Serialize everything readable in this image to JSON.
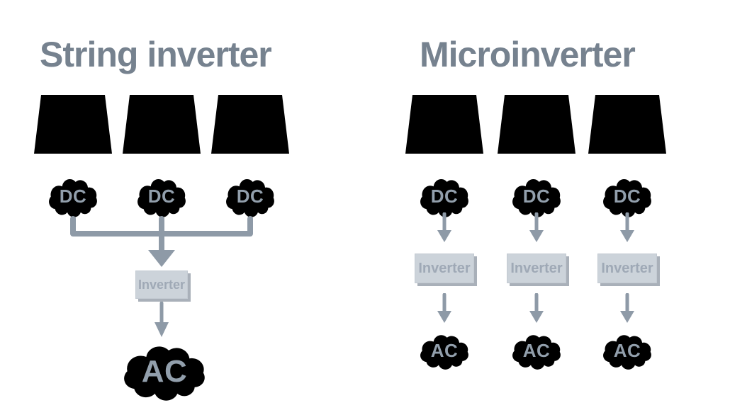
{
  "left_diagram": {
    "title": "String inverter",
    "dc_clouds": [
      "DC",
      "DC",
      "DC"
    ],
    "inverter": "Inverter",
    "ac_cloud": "AC",
    "panel_count": 3
  },
  "right_diagram": {
    "title": "Microinverter",
    "columns": [
      {
        "dc": "DC",
        "inverter": "Inverter",
        "ac": "AC"
      },
      {
        "dc": "DC",
        "inverter": "Inverter",
        "ac": "AC"
      },
      {
        "dc": "DC",
        "inverter": "Inverter",
        "ac": "AC"
      }
    ],
    "panel_count": 3
  },
  "colors": {
    "line": "#9aa6b2",
    "arrow": "#8e9aa7",
    "title_text": "#76828f",
    "cloud_text": "#929fac",
    "inverter_box_fill": "#ccd3da",
    "inverter_box_shadow": "#a9b0b9",
    "inverter_box_text": "#9fa9b6",
    "background": "#ffffff"
  }
}
